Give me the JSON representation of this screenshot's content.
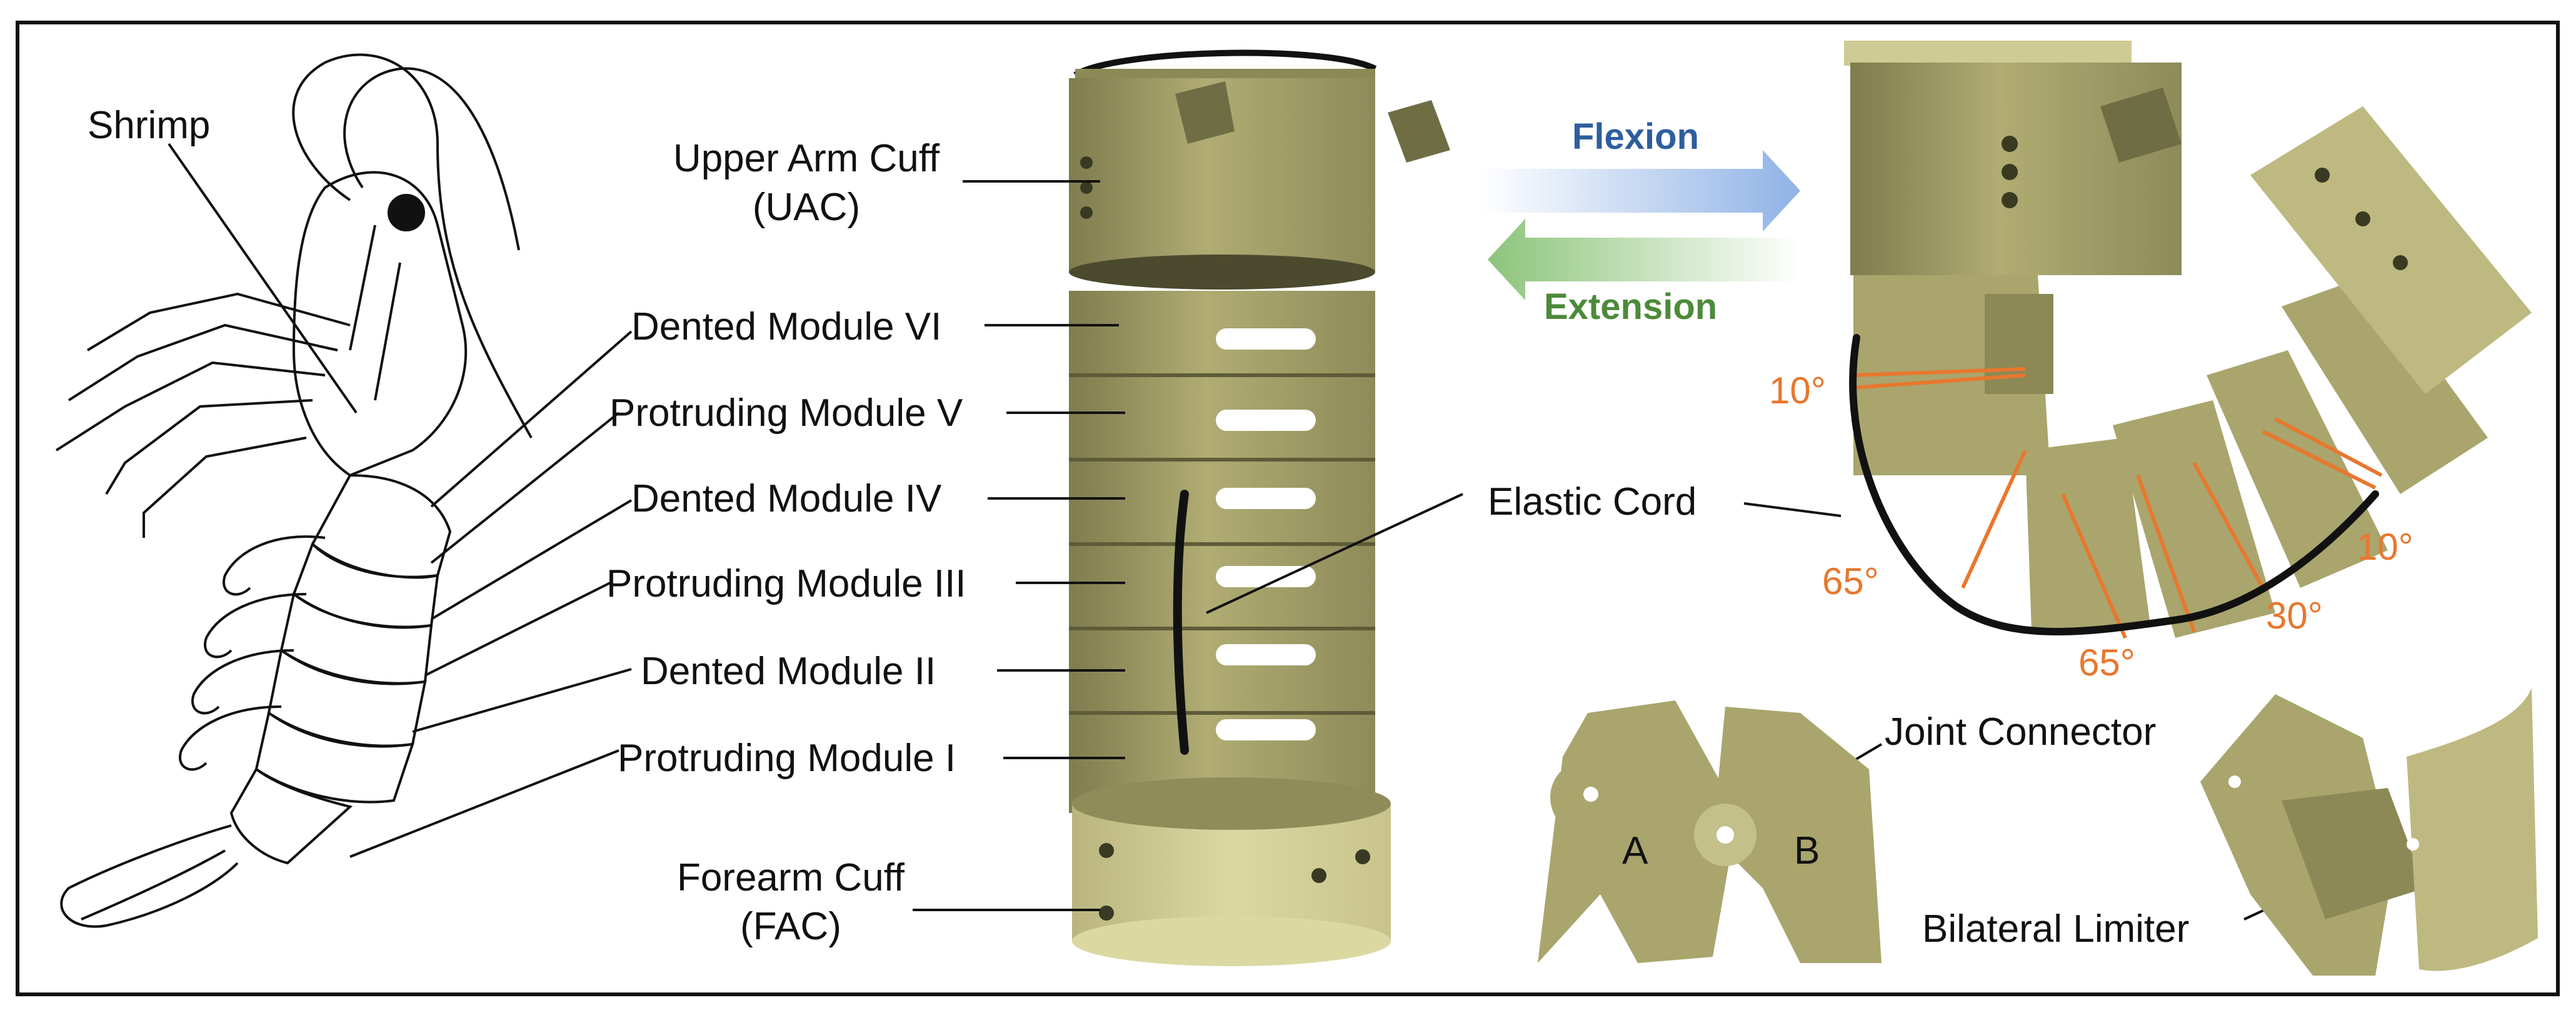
{
  "left_labels": {
    "shrimp": "Shrimp"
  },
  "brace_labels": {
    "uac_line1": "Upper Arm Cuff",
    "uac_line2": "(UAC)",
    "dm6": "Dented Module VI",
    "pm5": "Protruding Module V",
    "dm4": "Dented Module IV",
    "pm3": "Protruding Module III",
    "dm2": "Dented Module II",
    "pm1": "Protruding Module I",
    "fac_line1": "Forearm Cuff",
    "fac_line2": "(FAC)"
  },
  "motion": {
    "flexion": "Flexion",
    "extension": "Extension"
  },
  "right_labels": {
    "elastic_cord": "Elastic Cord",
    "joint_connector": "Joint Connector",
    "bilateral_limiter": "Bilateral Limiter",
    "part_a": "A",
    "part_b": "B"
  },
  "angles": {
    "a1": "10°",
    "a2": "65°",
    "a3": "65°",
    "a4": "30°",
    "a5": "10°"
  },
  "colors": {
    "module": "#a9a56d",
    "module_dark": "#7c7a4d",
    "module_light": "#cfcb94",
    "angle": "#e8772e",
    "flexion": "#2e5e9e",
    "extension": "#4d8a3a"
  }
}
